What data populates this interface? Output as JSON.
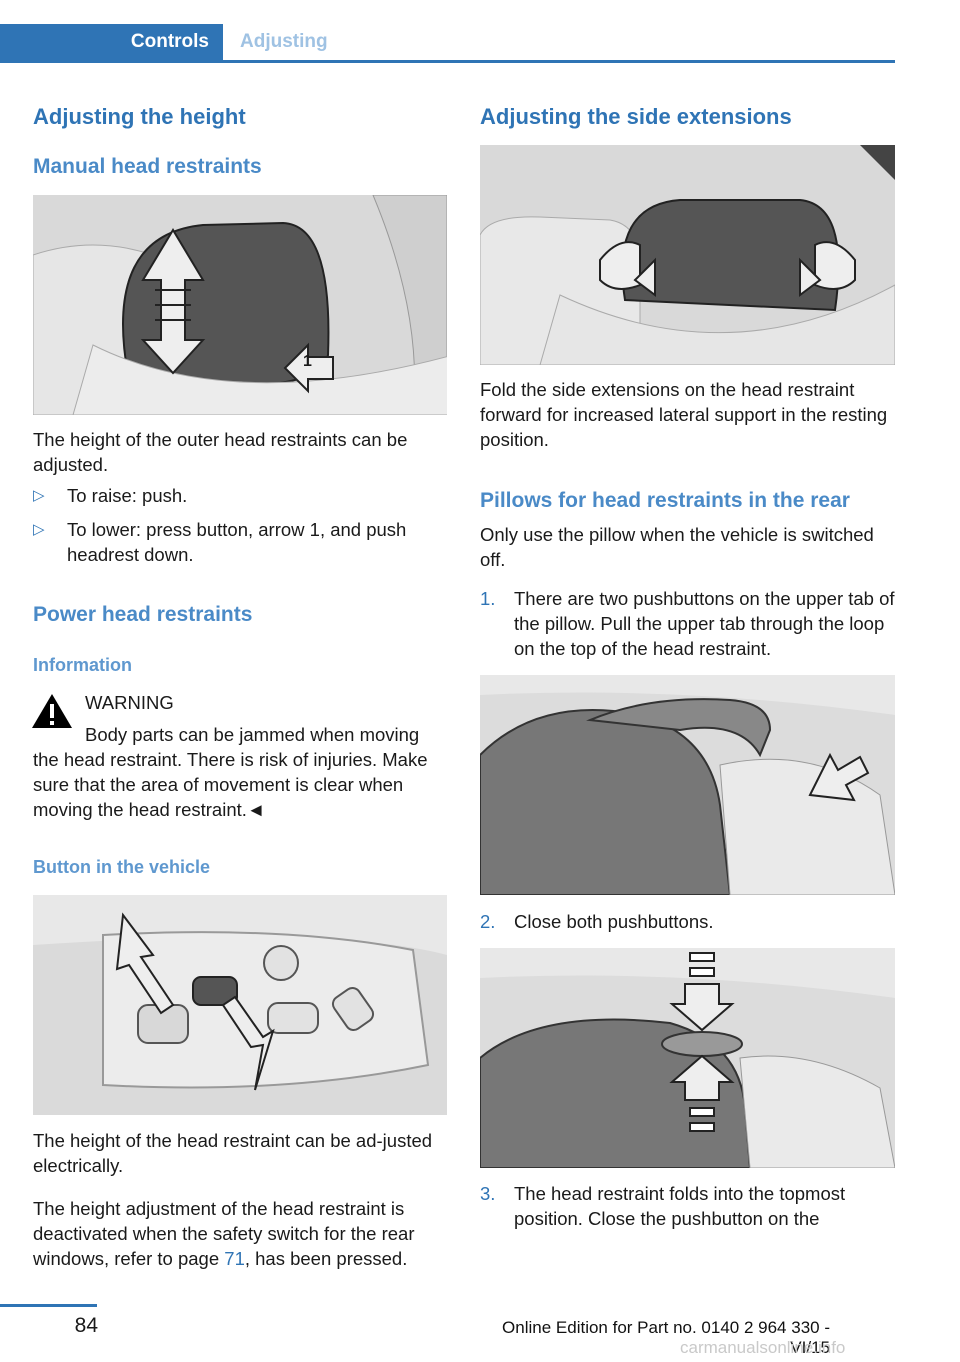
{
  "header": {
    "tab_active": "Controls",
    "tab_next": "Adjusting"
  },
  "left": {
    "h_adjust_height": "Adjusting the height",
    "h_manual": "Manual head restraints",
    "fig1_callout": "1",
    "p_outer": "The height of the outer head restraints can be adjusted.",
    "bullets": [
      "To raise: push.",
      "To lower: press button, arrow 1, and push headrest down."
    ],
    "h_power": "Power head restraints",
    "h_info": "Information",
    "warning_title": "WARNING",
    "warning_text": "Body parts can be jammed when moving the head restraint. There is risk of injuries. Make sure that the area of movement is clear when moving the head restraint.◄",
    "h_button": "Button in the vehicle",
    "p_electric": "The height of the head restraint can be ad‐justed electrically.",
    "p_deact_a": "The height adjustment of the head restraint is deactivated when the safety switch for the rear windows, refer to page ",
    "p_deact_link": "71",
    "p_deact_b": ", has been pressed."
  },
  "right": {
    "h_side": "Adjusting the side extensions",
    "p_fold": "Fold the side extensions on the head restraint forward for increased lateral support in the resting position.",
    "h_pillows": "Pillows for head restraints in the rear",
    "p_only": "Only use the pillow when the vehicle is switched off.",
    "steps": [
      {
        "n": "1.",
        "text": "There are two pushbuttons on the upper tab of the pillow. Pull the upper tab through the loop on the top of the head restraint."
      },
      {
        "n": "2.",
        "text": "Close both pushbuttons."
      },
      {
        "n": "3.",
        "text": "The head restraint folds into the topmost position. Close the pushbutton on the"
      }
    ]
  },
  "icons": {
    "bullet": "triangle-right-icon",
    "warning": "warning-triangle-icon"
  },
  "colors": {
    "accent": "#2f74b5"
  },
  "footer": {
    "page_number": "84",
    "edition": "Online Edition for Part no. 0140 2 964 330 - VI/15",
    "watermark": "carmanualsonline.info"
  }
}
